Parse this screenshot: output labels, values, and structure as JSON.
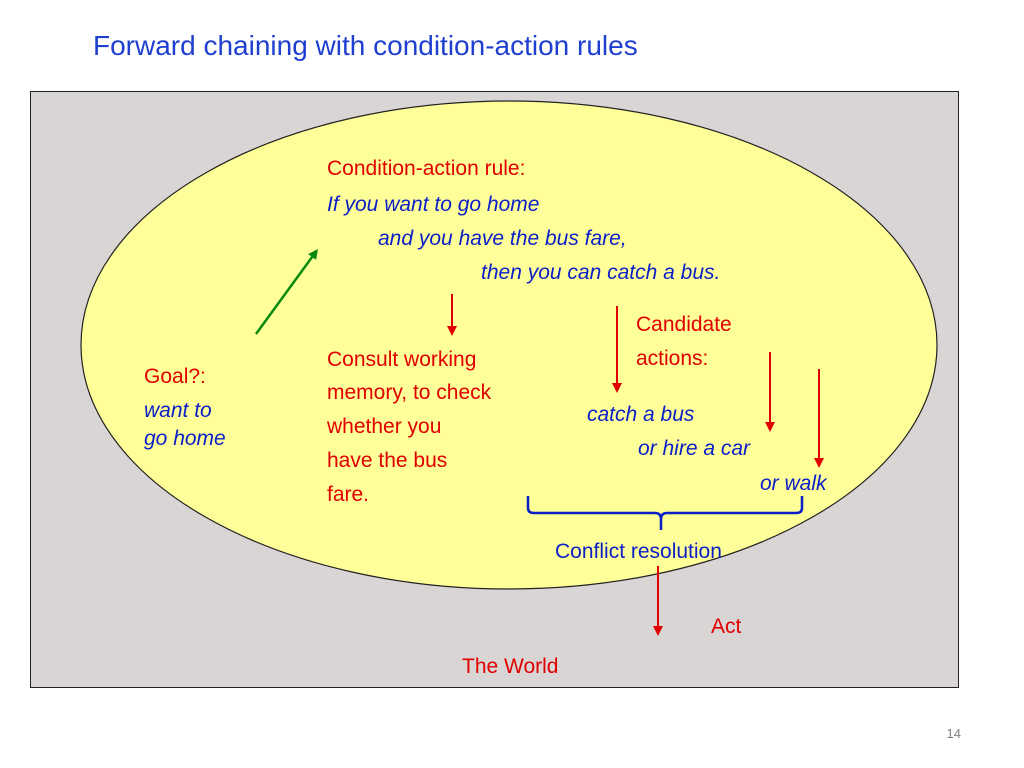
{
  "slide": {
    "title": "Forward chaining with condition-action rules",
    "page_number": "14"
  },
  "rule": {
    "heading": "Condition-action rule:",
    "line1": "If you want to go home",
    "line2": "and you have the bus fare,",
    "line3": "then you can catch a bus."
  },
  "goal": {
    "label": "Goal?:",
    "line1": "want to",
    "line2": "go home"
  },
  "consult": {
    "line1": "Consult working",
    "line2": "memory, to check",
    "line3": "whether you",
    "line4": "have the bus",
    "line5": "fare."
  },
  "candidates": {
    "heading_line1": "Candidate",
    "heading_line2": "actions:",
    "action1": "catch a bus",
    "action2": "or hire a car",
    "action3": "or walk"
  },
  "conflict_resolution": "Conflict resolution",
  "act": "Act",
  "world": "The World",
  "colors": {
    "title": "#1f3fd0",
    "red_text": "#e00000",
    "blue_text": "#0b1fc8",
    "ellipse_fill": "#ffff99",
    "box_fill": "#d9d5d5",
    "green_arrow": "#0a8a0a",
    "red_arrow": "#e00000",
    "brace": "#0b1fc8"
  }
}
